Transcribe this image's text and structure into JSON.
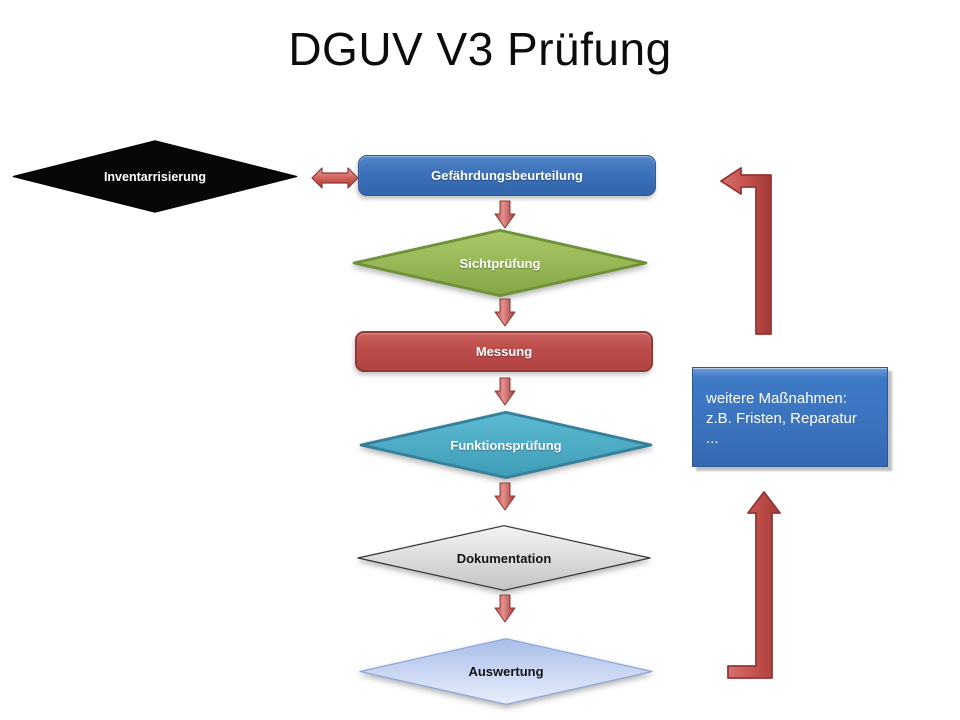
{
  "title": "DGUV V3 Prüfung",
  "nodes": [
    {
      "id": "inventarisierung",
      "label": "Inventarrisierung",
      "shape": "diamond",
      "color": "#0a0a0a",
      "text_color": "#ffffff"
    },
    {
      "id": "gefaehrdungsbeurteilung",
      "label": "Gefährdungsbeurteilung",
      "shape": "rounded-rect",
      "color": "#3a72bd",
      "text_color": "#ffffff"
    },
    {
      "id": "sichtpruefung",
      "label": "Sichtprüfung",
      "shape": "diamond",
      "color": "#94b953",
      "text_color": "#ffffff"
    },
    {
      "id": "messung",
      "label": "Messung",
      "shape": "rounded-rect",
      "color": "#bc4b48",
      "text_color": "#ffffff"
    },
    {
      "id": "funktionspruefung",
      "label": "Funktionsprüfung",
      "shape": "diamond",
      "color": "#4bacc6",
      "text_color": "#ffffff"
    },
    {
      "id": "dokumentation",
      "label": "Dokumentation",
      "shape": "diamond",
      "color": "#d9d9d9",
      "text_color": "#141414"
    },
    {
      "id": "auswertung",
      "label": "Auswertung",
      "shape": "diamond",
      "color": "#c3d2f0",
      "text_color": "#141414"
    }
  ],
  "info_box": {
    "lines": [
      "weitere Maßnahmen:",
      "z.B. Fristen, Reparatur",
      "..."
    ],
    "color": "#3a70bb",
    "text_color": "#ffffff"
  },
  "connectors": {
    "arrow_color": "#c0504d",
    "arrow_border_color": "#943634"
  }
}
